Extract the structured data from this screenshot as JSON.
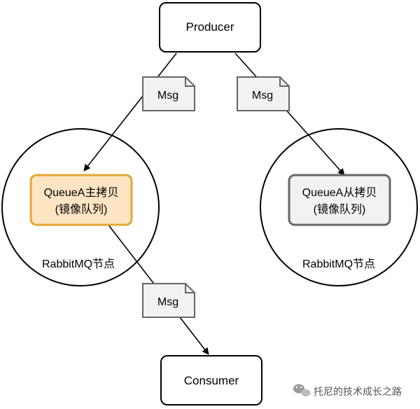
{
  "producer": {
    "label": "Producer"
  },
  "consumer": {
    "label": "Consumer"
  },
  "messages": {
    "msg1": "Msg",
    "msg2": "Msg",
    "msg3": "Msg"
  },
  "node_left": {
    "label": "RabbitMQ节点",
    "queue_line1": "QueueA主拷贝",
    "queue_line2": "(镜像队列)"
  },
  "node_right": {
    "label": "RabbitMQ节点",
    "queue_line1": "QueueA从拷贝",
    "queue_line2": "(镜像队列)"
  },
  "watermark": {
    "text": "托尼的技术成长之路",
    "icon": "wechat-icon"
  },
  "colors": {
    "master_fill": "#fde4c2",
    "master_stroke": "#e3a834",
    "slave_fill": "#f2f2f2",
    "slave_stroke": "#666666",
    "msg_fill": "#f2f2f2",
    "msg_stroke": "#666666"
  }
}
